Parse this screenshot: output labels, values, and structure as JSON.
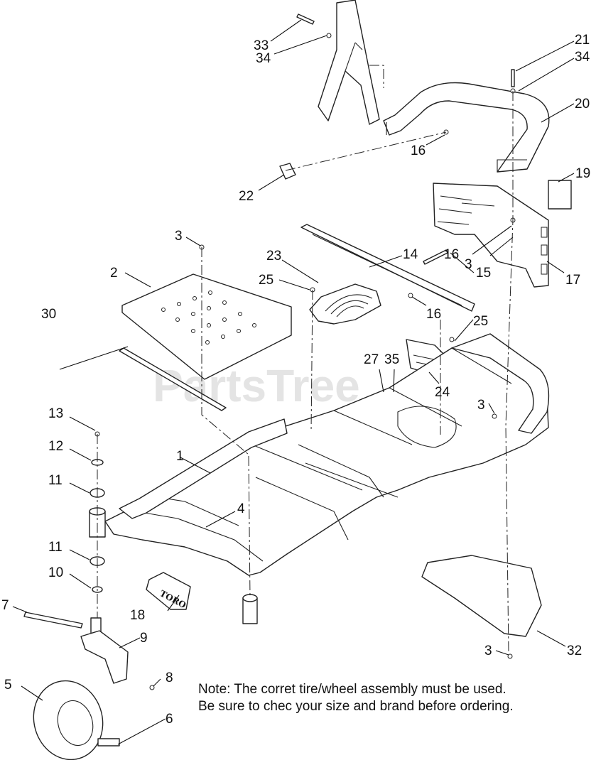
{
  "callouts": {
    "c1": "1",
    "c2": "2",
    "c3a": "3",
    "c3b": "3",
    "c3c": "3",
    "c3d": "3",
    "c4": "4",
    "c5": "5",
    "c6": "6",
    "c7": "7",
    "c8": "8",
    "c9": "9",
    "c10": "10",
    "c11a": "11",
    "c11b": "11",
    "c12": "12",
    "c13": "13",
    "c14": "14",
    "c15": "15",
    "c16a": "16",
    "c16b": "16",
    "c16c": "16",
    "c17": "17",
    "c18": "18",
    "c19": "19",
    "c20": "20",
    "c21": "21",
    "c22": "22",
    "c23": "23",
    "c24": "24",
    "c25a": "25",
    "c25b": "25",
    "c27": "27",
    "c30": "30",
    "c32": "32",
    "c33": "33",
    "c34a": "34",
    "c34b": "34",
    "c35": "35"
  },
  "note": {
    "line1": "Note: The corret tire/wheel assembly must be used.",
    "line2": "Be sure to chec your size and brand before ordering."
  },
  "watermark": "PartsTree",
  "logo_text": "TORO",
  "colors": {
    "ink": "#111111",
    "watermark": "#d8d8d8",
    "background": "#ffffff"
  }
}
